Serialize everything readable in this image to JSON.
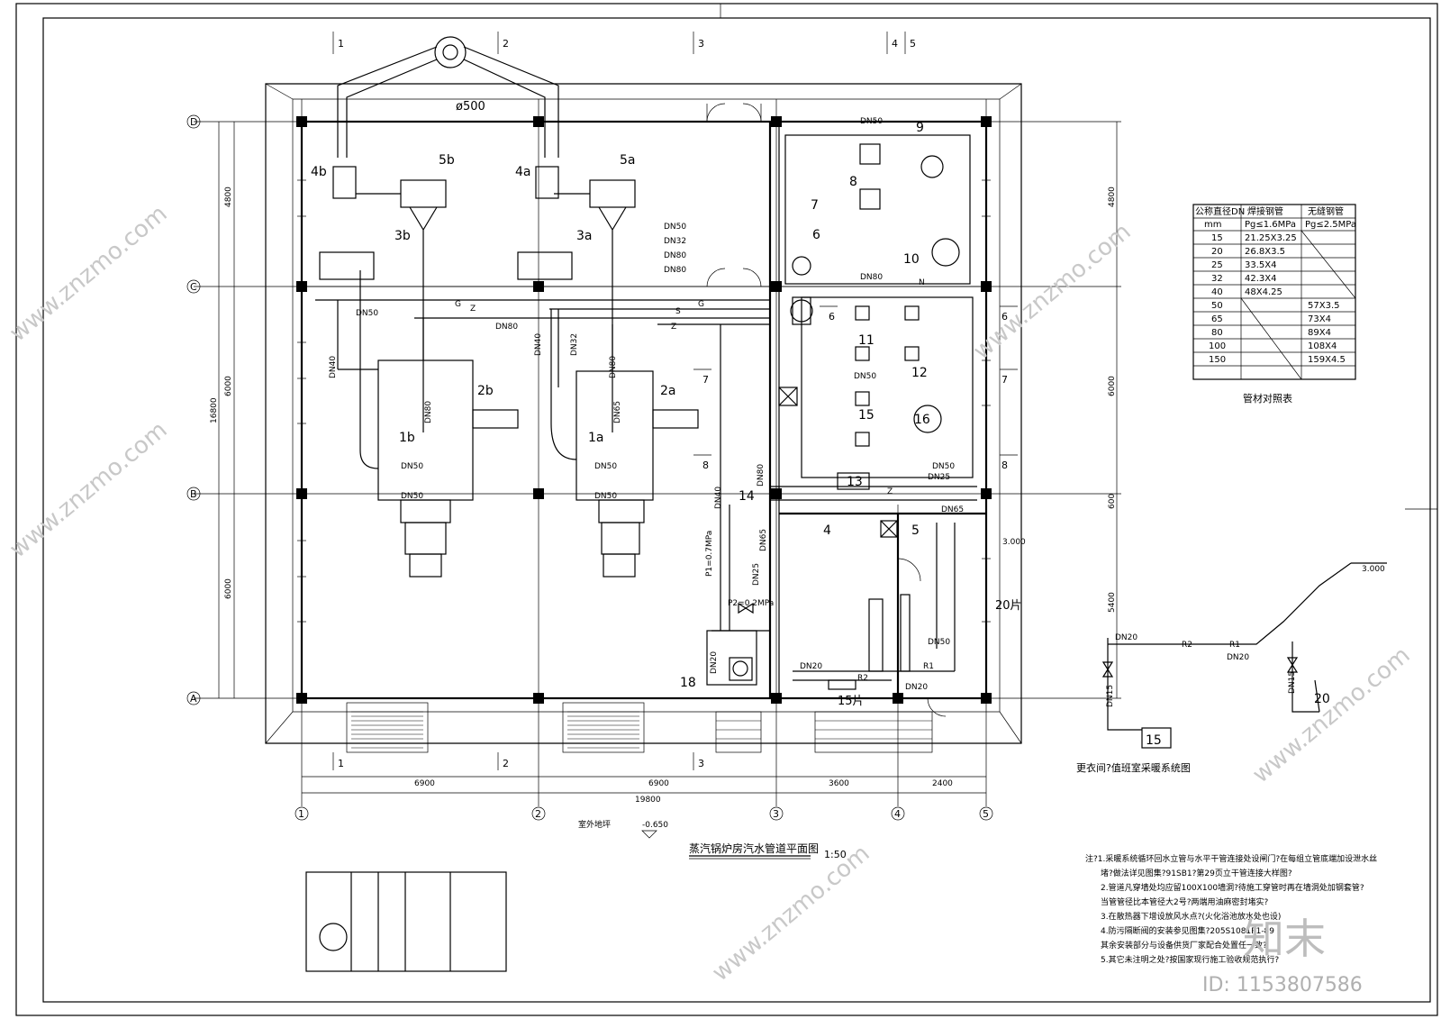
{
  "axes": {
    "columns": [
      "1",
      "2",
      "3",
      "4",
      "5"
    ],
    "rows": [
      "A",
      "B",
      "C",
      "D"
    ],
    "dims_bottom": [
      "6900",
      "6900",
      "3600",
      "2400"
    ],
    "dim_total": "19800",
    "dims_left": [
      "4800",
      "6000",
      "6000"
    ],
    "dim_left_total": "16800",
    "dims_right": [
      "4800",
      "6000",
      "600",
      "5400"
    ],
    "section_marks": [
      "1",
      "2",
      "3",
      "4",
      "5",
      "6",
      "7",
      "8"
    ]
  },
  "equipment": {
    "boilers": [
      "1a",
      "1b"
    ],
    "burners": [
      "2a",
      "2b"
    ],
    "feeders": [
      "3a",
      "3b"
    ],
    "valves": [
      "4a",
      "4b"
    ],
    "econ": [
      "5a",
      "5b"
    ],
    "pumps": [
      "6",
      "7",
      "8",
      "9",
      "10",
      "11",
      "12",
      "13",
      "14",
      "15",
      "16",
      "18",
      "20"
    ],
    "room_nos": [
      "4",
      "5"
    ]
  },
  "labels": {
    "chimney_dia": "ø500",
    "dn_labels": [
      "DN50",
      "DN32",
      "DN80",
      "DN80",
      "DN40",
      "DN65",
      "DN25",
      "DN20",
      "DN15"
    ],
    "pressure1": "P1=0.7MPa",
    "pressure2": "P2=0.2MPa",
    "elev1": "3.000",
    "elev2": "-0.650",
    "rad_15": "15片",
    "rad_20": "20片",
    "pipe_codes": [
      "Z",
      "S",
      "G",
      "R1",
      "R2",
      "N"
    ]
  },
  "table": {
    "headers": [
      "公称直径DN",
      "焊接钢管",
      "无缝钢管"
    ],
    "subheaders": [
      "mm",
      "Pg≤1.6MPa",
      "Pg≤2.5MPa"
    ],
    "rows": [
      [
        "15",
        "21.25X3.25",
        ""
      ],
      [
        "20",
        "26.8X3.5",
        ""
      ],
      [
        "25",
        "33.5X4",
        ""
      ],
      [
        "32",
        "42.3X4",
        ""
      ],
      [
        "40",
        "48X4.25",
        ""
      ],
      [
        "50",
        "",
        "57X3.5"
      ],
      [
        "65",
        "",
        "73X4"
      ],
      [
        "80",
        "",
        "89X4"
      ],
      [
        "100",
        "",
        "108X4"
      ],
      [
        "150",
        "",
        "159X4.5"
      ]
    ],
    "caption": "管材对照表"
  },
  "titles": {
    "plan": "蒸汽锅炉房汽水管道平面图",
    "scale": "1:50",
    "system": "更衣间?值班室采暖系统图",
    "outdoor": "室外地坪"
  },
  "notes": [
    "注?1.采暖系统循环回水立管与水平干管连接处设闸门?在每组立管底端加设泄水丝",
    "堵?做法详见图集?91SB1?第29页立干管连接大样图?",
    "2.管道凡穿墙处均应留100X100墙洞?待施工穿管时再在墙洞处加钢套管?",
    "当管管径比本管径大2号?两端用油麻密封堵实?",
    "3.在散热器下增设放风水点?(火化浴池放水处也设)",
    "4.防污隔断阀的安装参见图集?205S1081P1-89",
    "其余安装部分与设备供货厂家配合处置任一致?",
    "5.其它未注明之处?按国家现行施工验收规范执行?"
  ],
  "watermark": {
    "url": "www.znzmo.com",
    "brand": "知末",
    "id": "ID: 1153807586"
  }
}
